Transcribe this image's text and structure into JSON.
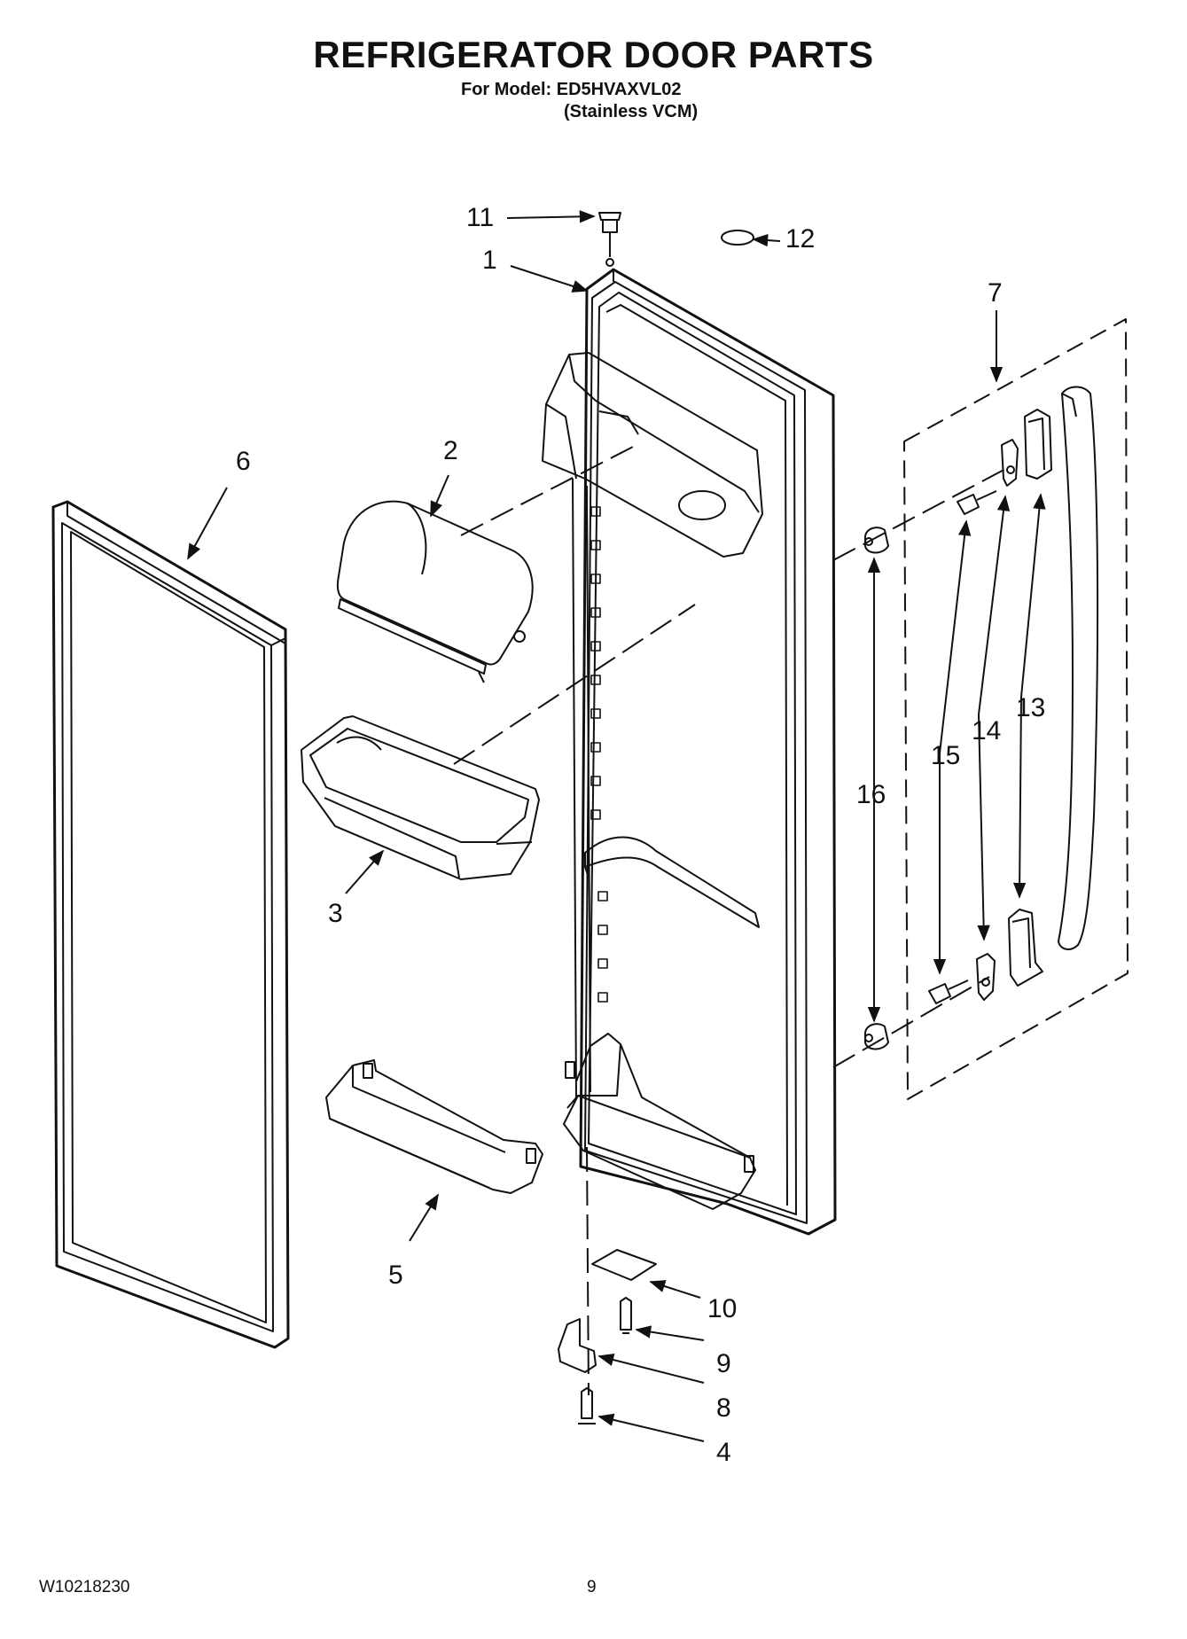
{
  "header": {
    "title": "REFRIGERATOR DOOR PARTS",
    "model_line": "For Model: ED5HVAXVL02",
    "variant_line": "(Stainless VCM)"
  },
  "callouts": {
    "c1": "1",
    "c2": "2",
    "c3": "3",
    "c4": "4",
    "c5": "5",
    "c6": "6",
    "c7": "7",
    "c8": "8",
    "c9": "9",
    "c10": "10",
    "c11": "11",
    "c12": "12",
    "c13": "13",
    "c14": "14",
    "c15": "15",
    "c16": "16"
  },
  "footer": {
    "doc_number": "W10218230",
    "page_number": "9"
  }
}
